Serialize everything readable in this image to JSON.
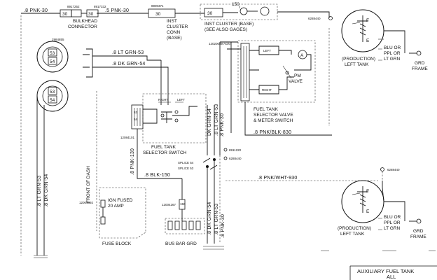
{
  "wires": {
    "pnk30_a": ".8 PNK-30",
    "pnk30_b": ".5 PNK-30",
    "ltgrn53": ".8 LT GRN-53",
    "dkgrn54": ".8 DK GRN-54",
    "pnk139": ".8 PNK-139",
    "blk150": ".8 BLK-150",
    "pnkblk830": ".8 PNK/BLK-830",
    "pnkwht930": ".8 PNK/WHT-930",
    "vert_ltgrn53": ".8 LT GRN-53",
    "vert_dkgrn54": ".8 DK GRN-54",
    "dkgrn54_top": "DK GRN-54",
    "ltgrn53_top": ".8 LT GRN-53",
    "pnk30_top": ".8 PNK-30",
    "dkgrn54_bot": ".8 DK GRN-54",
    "ltgrn53_bot": ".8 LT GRN-53",
    "pnk30_bot": ".8 PNK-30",
    "num150": "150"
  },
  "parts": {
    "p1": "8917252",
    "p2": "8917332",
    "p3": "8900371",
    "p4": "2984855",
    "p5": "12020089 AGN",
    "p6": "6288440",
    "p7": "12084101",
    "p8": "8911220",
    "p9": "6288440",
    "p10": "12004892",
    "p11": "12004267",
    "p12": "6288440"
  },
  "components": {
    "bulkhead_line1": "BULKHEAD",
    "bulkhead_line2": "CONNECTOR",
    "inst_conn_1": "INST",
    "inst_conn_2": "CLUSTER",
    "inst_conn_3": "CONN",
    "inst_conn_4": "(BASE)",
    "inst_base_1": "INST CLUSTER (BASE)",
    "inst_base_2": "(SEE ALSO GAGES)",
    "selector_switch_1": "FUEL TANK",
    "selector_switch_2": "SELECTOR SWITCH",
    "right": "RIGHT",
    "left": "LEFT",
    "valve_1": "FUEL TANK",
    "valve_2": "SELECTOR VALVE",
    "valve_3": "& METER SWITCH",
    "valve_left": "LEFT",
    "valve_right": "RIGHT",
    "pm_valve_1": "PM",
    "pm_valve_2": "VALVE",
    "ammeter": "A",
    "splice54": "SPLICE 54",
    "splice53": "SPLICE 53",
    "front_of_dash": "FRONT OF DASH",
    "ign_fused_1": "IGN FUSED",
    "ign_fused_2": "20 AMP",
    "fuse_block": "FUSE BLOCK",
    "bus_bar": "BUS BAR GRD",
    "prod_tank_top_1": "(PRODUCTION)",
    "prod_tank_top_2": "LEFT TANK",
    "prod_tank_bot_1": "(PRODUCTION)",
    "prod_tank_bot_2": "LEFT TANK",
    "blu_top_1": "BLU OR",
    "blu_top_2": "PPL OR",
    "blu_top_3": "LT GRN",
    "blu_bot_1": "BLU OR",
    "blu_bot_2": "PPL OR",
    "blu_bot_3": "LT GRN",
    "grd_top_1": "GRD",
    "grd_top_2": "FRAME",
    "grd_bot_1": "GRD",
    "grd_bot_2": "FRAME",
    "gauge_f": "F",
    "gauge_e": "E",
    "gauge2_f": "F",
    "gauge2_e": "E",
    "pin30a": "30",
    "pin30b": "30",
    "pin30c": "30",
    "pin53": "53",
    "pin54": "54",
    "pin53b": "53",
    "pin54b": "54",
    "pin53c": "53",
    "pin54c": "54",
    "pin150": "150"
  },
  "title_block": {
    "line1": "AUXILIARY FUEL TANK",
    "line2": "ALL"
  }
}
